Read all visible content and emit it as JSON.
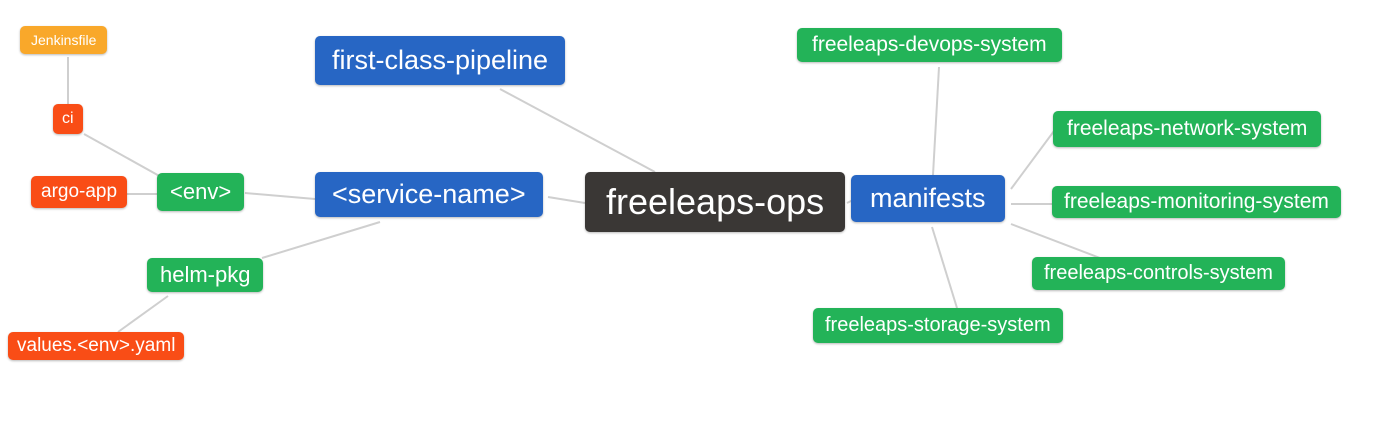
{
  "diagram": {
    "kind_label": "mind-map",
    "colors": {
      "root": "#3a3735",
      "primary_branch": "#2766c4",
      "secondary_branch": "#23b358",
      "leaf_red": "#f94d16",
      "leaf_amber": "#f9a82a",
      "edge": "#cfcfcf",
      "text": "#ffffff",
      "background": "#ffffff"
    },
    "nodes": {
      "freeleaps_ops": {
        "label": "freeleaps-ops",
        "color": "#3a3735"
      },
      "first_class_pipeline": {
        "label": "first-class-pipeline",
        "color": "#2766c4"
      },
      "service_name": {
        "label": "<service-name>",
        "color": "#2766c4"
      },
      "manifests": {
        "label": "manifests",
        "color": "#2766c4"
      },
      "env": {
        "label": "<env>",
        "color": "#23b358"
      },
      "helm_pkg": {
        "label": "helm-pkg",
        "color": "#23b358"
      },
      "jenkinsfile": {
        "label": "Jenkinsfile",
        "color": "#f9a82a"
      },
      "ci": {
        "label": "ci",
        "color": "#f94d16"
      },
      "argo_app": {
        "label": "argo-app",
        "color": "#f94d16"
      },
      "values_env_yaml": {
        "label": "values.<env>.yaml",
        "color": "#f94d16"
      },
      "devops_system": {
        "label": "freeleaps-devops-system",
        "color": "#23b358"
      },
      "network_system": {
        "label": "freeleaps-network-system",
        "color": "#23b358"
      },
      "monitoring_system": {
        "label": "freeleaps-monitoring-system",
        "color": "#23b358"
      },
      "controls_system": {
        "label": "freeleaps-controls-system",
        "color": "#23b358"
      },
      "storage_system": {
        "label": "freeleaps-storage-system",
        "color": "#23b358"
      }
    },
    "edges": [
      {
        "from": "jenkinsfile",
        "to": "ci"
      },
      {
        "from": "ci",
        "to": "env"
      },
      {
        "from": "argo_app",
        "to": "env"
      },
      {
        "from": "env",
        "to": "service_name"
      },
      {
        "from": "helm_pkg",
        "to": "service_name"
      },
      {
        "from": "values_env_yaml",
        "to": "helm_pkg"
      },
      {
        "from": "first_class_pipeline",
        "to": "freeleaps_ops"
      },
      {
        "from": "service_name",
        "to": "freeleaps_ops"
      },
      {
        "from": "freeleaps_ops",
        "to": "manifests"
      },
      {
        "from": "manifests",
        "to": "devops_system"
      },
      {
        "from": "manifests",
        "to": "network_system"
      },
      {
        "from": "manifests",
        "to": "monitoring_system"
      },
      {
        "from": "manifests",
        "to": "controls_system"
      },
      {
        "from": "manifests",
        "to": "storage_system"
      }
    ]
  }
}
